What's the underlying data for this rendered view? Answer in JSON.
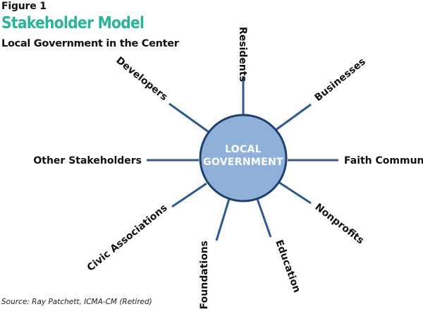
{
  "figure": {
    "label": "Figure 1",
    "title": "Stakeholder Model",
    "subtitle": "Local Government in the Center",
    "source": "Source: Ray Patchett, ICMA-CM (Retired)"
  },
  "colors": {
    "title": "#2db39a",
    "spoke": "#2f5a8e",
    "hub_fill": "#8fb0d9",
    "hub_stroke": "#1f3f6e"
  },
  "hub": {
    "line1": "LOCAL",
    "line2": "GOVERNMENT"
  },
  "stakeholders": [
    "Residents",
    "Businesses",
    "Faith Community",
    "Nonprofits",
    "Education",
    "Foundations",
    "Civic Associations",
    "Other Stakeholders",
    "Developers"
  ]
}
